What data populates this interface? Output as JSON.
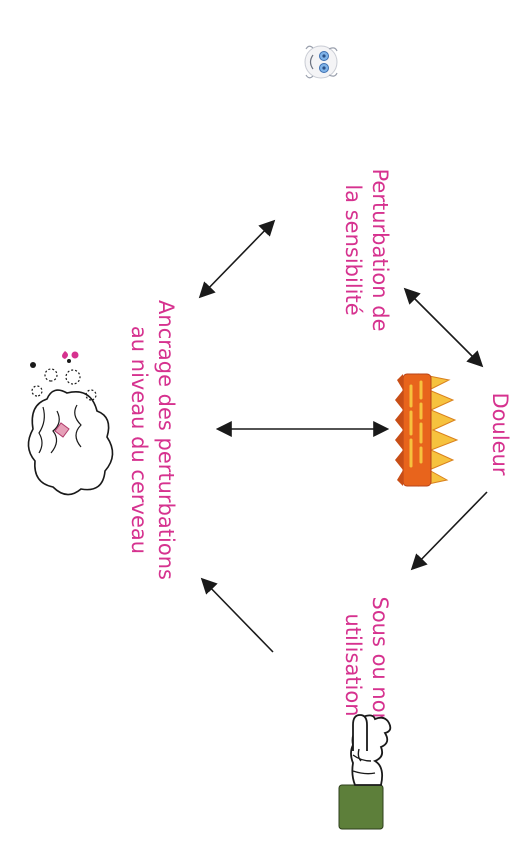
{
  "diagram": {
    "nodes": {
      "sensibilite": {
        "label": "Perturbation de\nla sensibilité",
        "icon": "dizzy-face-icon"
      },
      "douleur": {
        "label": "Douleur",
        "icon": "burning-pain-icon"
      },
      "sous_utilisation": {
        "label": "Sous ou non-\nutilisation",
        "icon": "raised-finger-hand-icon"
      },
      "ancrage": {
        "label": "Ancrage des perturbations\nau niveau du cerveau",
        "icon": "brain-gears-icon"
      }
    },
    "edges": [
      {
        "from": "sensibilite",
        "to": "douleur",
        "type": "bidirectional"
      },
      {
        "from": "sensibilite",
        "to": "ancrage",
        "type": "bidirectional"
      },
      {
        "from": "douleur",
        "to": "ancrage",
        "type": "bidirectional"
      },
      {
        "from": "douleur",
        "to": "sous_utilisation",
        "type": "directed"
      },
      {
        "from": "sous_utilisation",
        "to": "ancrage",
        "type": "directed"
      }
    ],
    "colors": {
      "label": "#d6328f",
      "arrow": "#1a1a1a",
      "fire_orange": "#e8641c",
      "fire_yellow": "#f6c23e",
      "sleeve_green": "#5d7f3a"
    }
  }
}
